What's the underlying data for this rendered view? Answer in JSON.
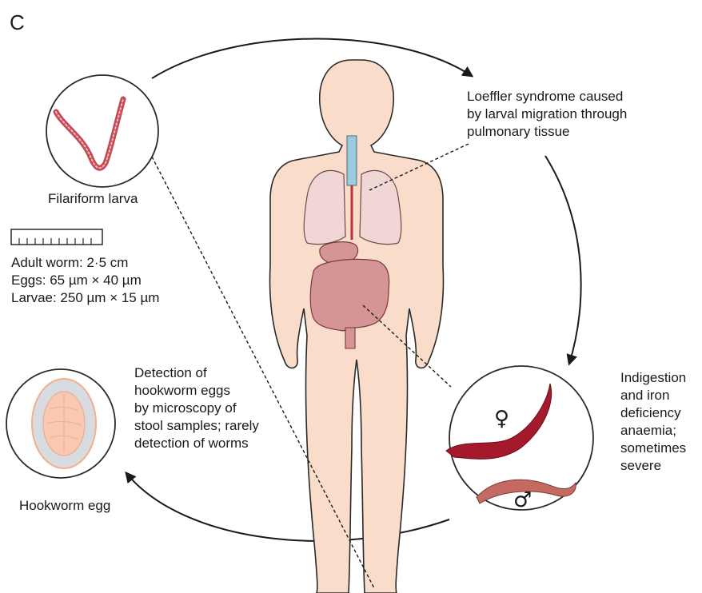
{
  "panel_letter": "C",
  "labels": {
    "filariform": "Filariform larva",
    "hookworm_egg": "Hookworm egg",
    "loeffler": [
      "Loeffler syndrome caused",
      "by larval migration through",
      "pulmonary tissue"
    ],
    "measurements": [
      "Adult worm: 2·5 cm",
      "Eggs: 65 µm × 40 µm",
      "Larvae: 250 µm × 15 µm"
    ],
    "detection": [
      "Detection of",
      "hookworm eggs",
      "by microscopy of",
      "stool samples; rarely",
      "detection of worms"
    ],
    "indigestion": [
      "Indigestion",
      "and iron",
      "deficiency",
      "anaemia;",
      "sometimes",
      "severe"
    ],
    "female_symbol": "♀",
    "male_symbol": "♂"
  },
  "colors": {
    "skin": "#f9dcc9",
    "outline": "#2a2a2a",
    "worm_female": "#a5192c",
    "worm_male": "#c46a60",
    "larva": "#c24a55",
    "egg_shell": "#d8dbe0",
    "egg_cells": "#f8c9b0",
    "intestine": "#d59595",
    "lungs": "#f1d6d6",
    "trachea": "#9ccbe0"
  }
}
